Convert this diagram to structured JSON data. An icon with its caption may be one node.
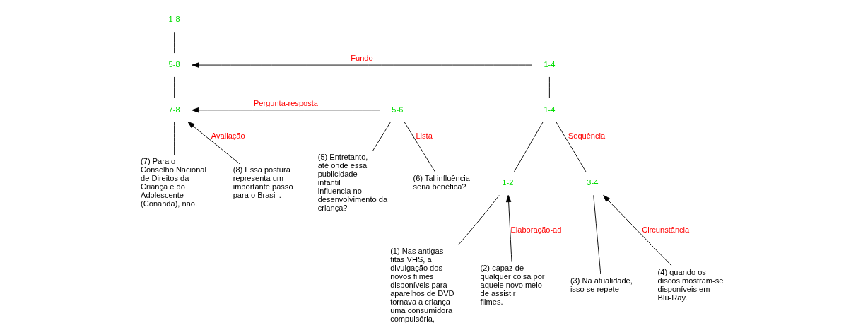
{
  "diagram": {
    "nodes": [
      {
        "text": [
          "1-8"
        ]
      },
      {
        "text": [
          "1-4"
        ]
      },
      {
        "text": [
          "5-8"
        ]
      },
      {
        "text": [
          "1-4"
        ]
      },
      {
        "text": [
          "5-6"
        ]
      },
      {
        "text": [
          "7-8"
        ]
      },
      {
        "text": [
          "1-2"
        ]
      },
      {
        "text": [
          "3-4"
        ]
      },
      {
        "text": [
          "(1) Nas antigas fitas VHS, a divulgação dos novos filmes disponíveis para aparelhos de DVD tornava a criança uma consumidora compulsória,"
        ]
      },
      {
        "text": [
          "(2) capaz de qualquer coisa por aquele novo meio de assistir filmes."
        ]
      },
      {
        "text": [
          "(3) Na atualidade, isso se repete"
        ]
      },
      {
        "text": [
          "(4) quando os discos mostram-se disponíveis em Blu-Ray."
        ]
      },
      {
        "text": [
          "(5) Entretanto, até onde essa publicidade infantil influencia no desenvolvimento da criança?"
        ]
      },
      {
        "text": [
          "(6) Tal influência seria benéfica?"
        ]
      },
      {
        "text": [
          "(7) Para o Conselho Nacional de Direitos da Criança e do Adolescente (Conanda), não."
        ]
      },
      {
        "text": [
          "(8) Essa postura representa um importante passo para o Brasil ."
        ]
      }
    ],
    "edges": [
      {
        "from": 0,
        "to": 2,
        "arrow": "none"
      },
      {
        "from": 1,
        "to": 2,
        "arrow": "to",
        "label": "Fundo"
      },
      {
        "from": 1,
        "to": 3,
        "arrow": "none"
      },
      {
        "from": 2,
        "to": 5,
        "arrow": "none"
      },
      {
        "from": 4,
        "to": 5,
        "arrow": "to",
        "label": "Pergunta-resposta"
      },
      {
        "from": 3,
        "to": 6,
        "arrow": "none"
      },
      {
        "from": 3,
        "to": 7,
        "arrow": "none",
        "label": "Sequência"
      },
      {
        "from": 4,
        "to": 12,
        "arrow": "none"
      },
      {
        "from": 4,
        "to": 13,
        "arrow": "none",
        "label": "Lista"
      },
      {
        "from": 5,
        "to": 14,
        "arrow": "none"
      },
      {
        "from": 15,
        "to": 5,
        "arrow": "to",
        "label": "Avaliação"
      },
      {
        "from": 6,
        "to": 8,
        "arrow": "none"
      },
      {
        "from": 9,
        "to": 6,
        "arrow": "to",
        "label": "Elaboração-ad"
      },
      {
        "from": 7,
        "to": 10,
        "arrow": "none"
      },
      {
        "from": 11,
        "to": 7,
        "arrow": "to",
        "label": "Circunstância"
      }
    ]
  }
}
